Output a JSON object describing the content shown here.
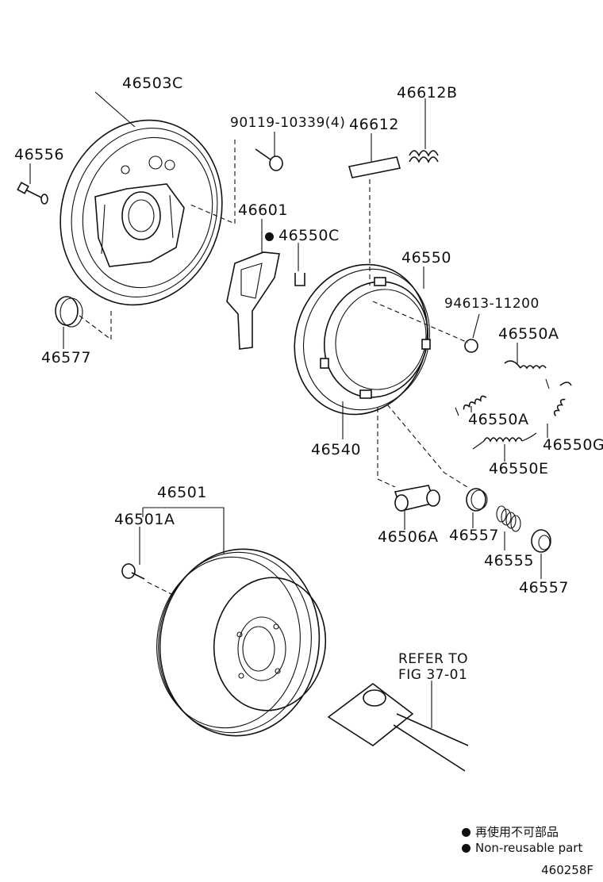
{
  "labels": {
    "p46503C": "46503C",
    "p46556": "46556",
    "p46577": "46577",
    "p90119": "90119-10339(4)",
    "p46612": "46612",
    "p46612B": "46612B",
    "p46601": "46601",
    "p46550C": "46550C",
    "p46550": "46550",
    "p94613": "94613-11200",
    "p46550A_1": "46550A",
    "p46550A_2": "46550A",
    "p46550G": "46550G",
    "p46550E": "46550E",
    "p46540": "46540",
    "p46501": "46501",
    "p46501A": "46501A",
    "p46506A": "46506A",
    "p46557_1": "46557",
    "p46555": "46555",
    "p46557_2": "46557",
    "refer_line1": "REFER TO",
    "refer_line2": "FIG 37-01"
  },
  "legend": {
    "jp": "再使用不可部品",
    "en": "Non-reusable part"
  },
  "figure_id": "460258F"
}
